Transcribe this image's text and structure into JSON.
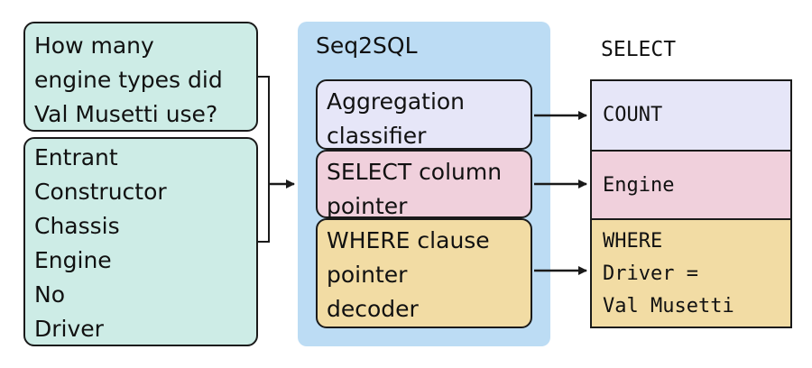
{
  "question": {
    "lines": [
      "How many",
      "engine types did",
      "Val Musetti use?"
    ]
  },
  "table_columns": [
    "Entrant",
    "Constructor",
    "Chassis",
    "Engine",
    "No",
    "Driver"
  ],
  "model": {
    "title": "Seq2SQL",
    "modules": [
      {
        "lines": [
          "Aggregation",
          "classifier"
        ],
        "color": "#e6e6f8"
      },
      {
        "lines": [
          "SELECT column",
          "pointer"
        ],
        "color": "#f0d0dc"
      },
      {
        "lines": [
          "WHERE clause",
          "pointer",
          "decoder"
        ],
        "color": "#f2dca4"
      }
    ]
  },
  "output": {
    "label": "SELECT",
    "cells": [
      {
        "lines": [
          "COUNT"
        ],
        "color": "#e6e6f8"
      },
      {
        "lines": [
          "Engine"
        ],
        "color": "#f0d0dc"
      },
      {
        "lines": [
          "WHERE",
          "Driver =",
          "Val Musetti"
        ],
        "color": "#f2dca4"
      }
    ]
  },
  "colors": {
    "input_fill": "#cdece6",
    "panel_fill": "#bcdcf4",
    "stroke": "#1a1a1a"
  }
}
